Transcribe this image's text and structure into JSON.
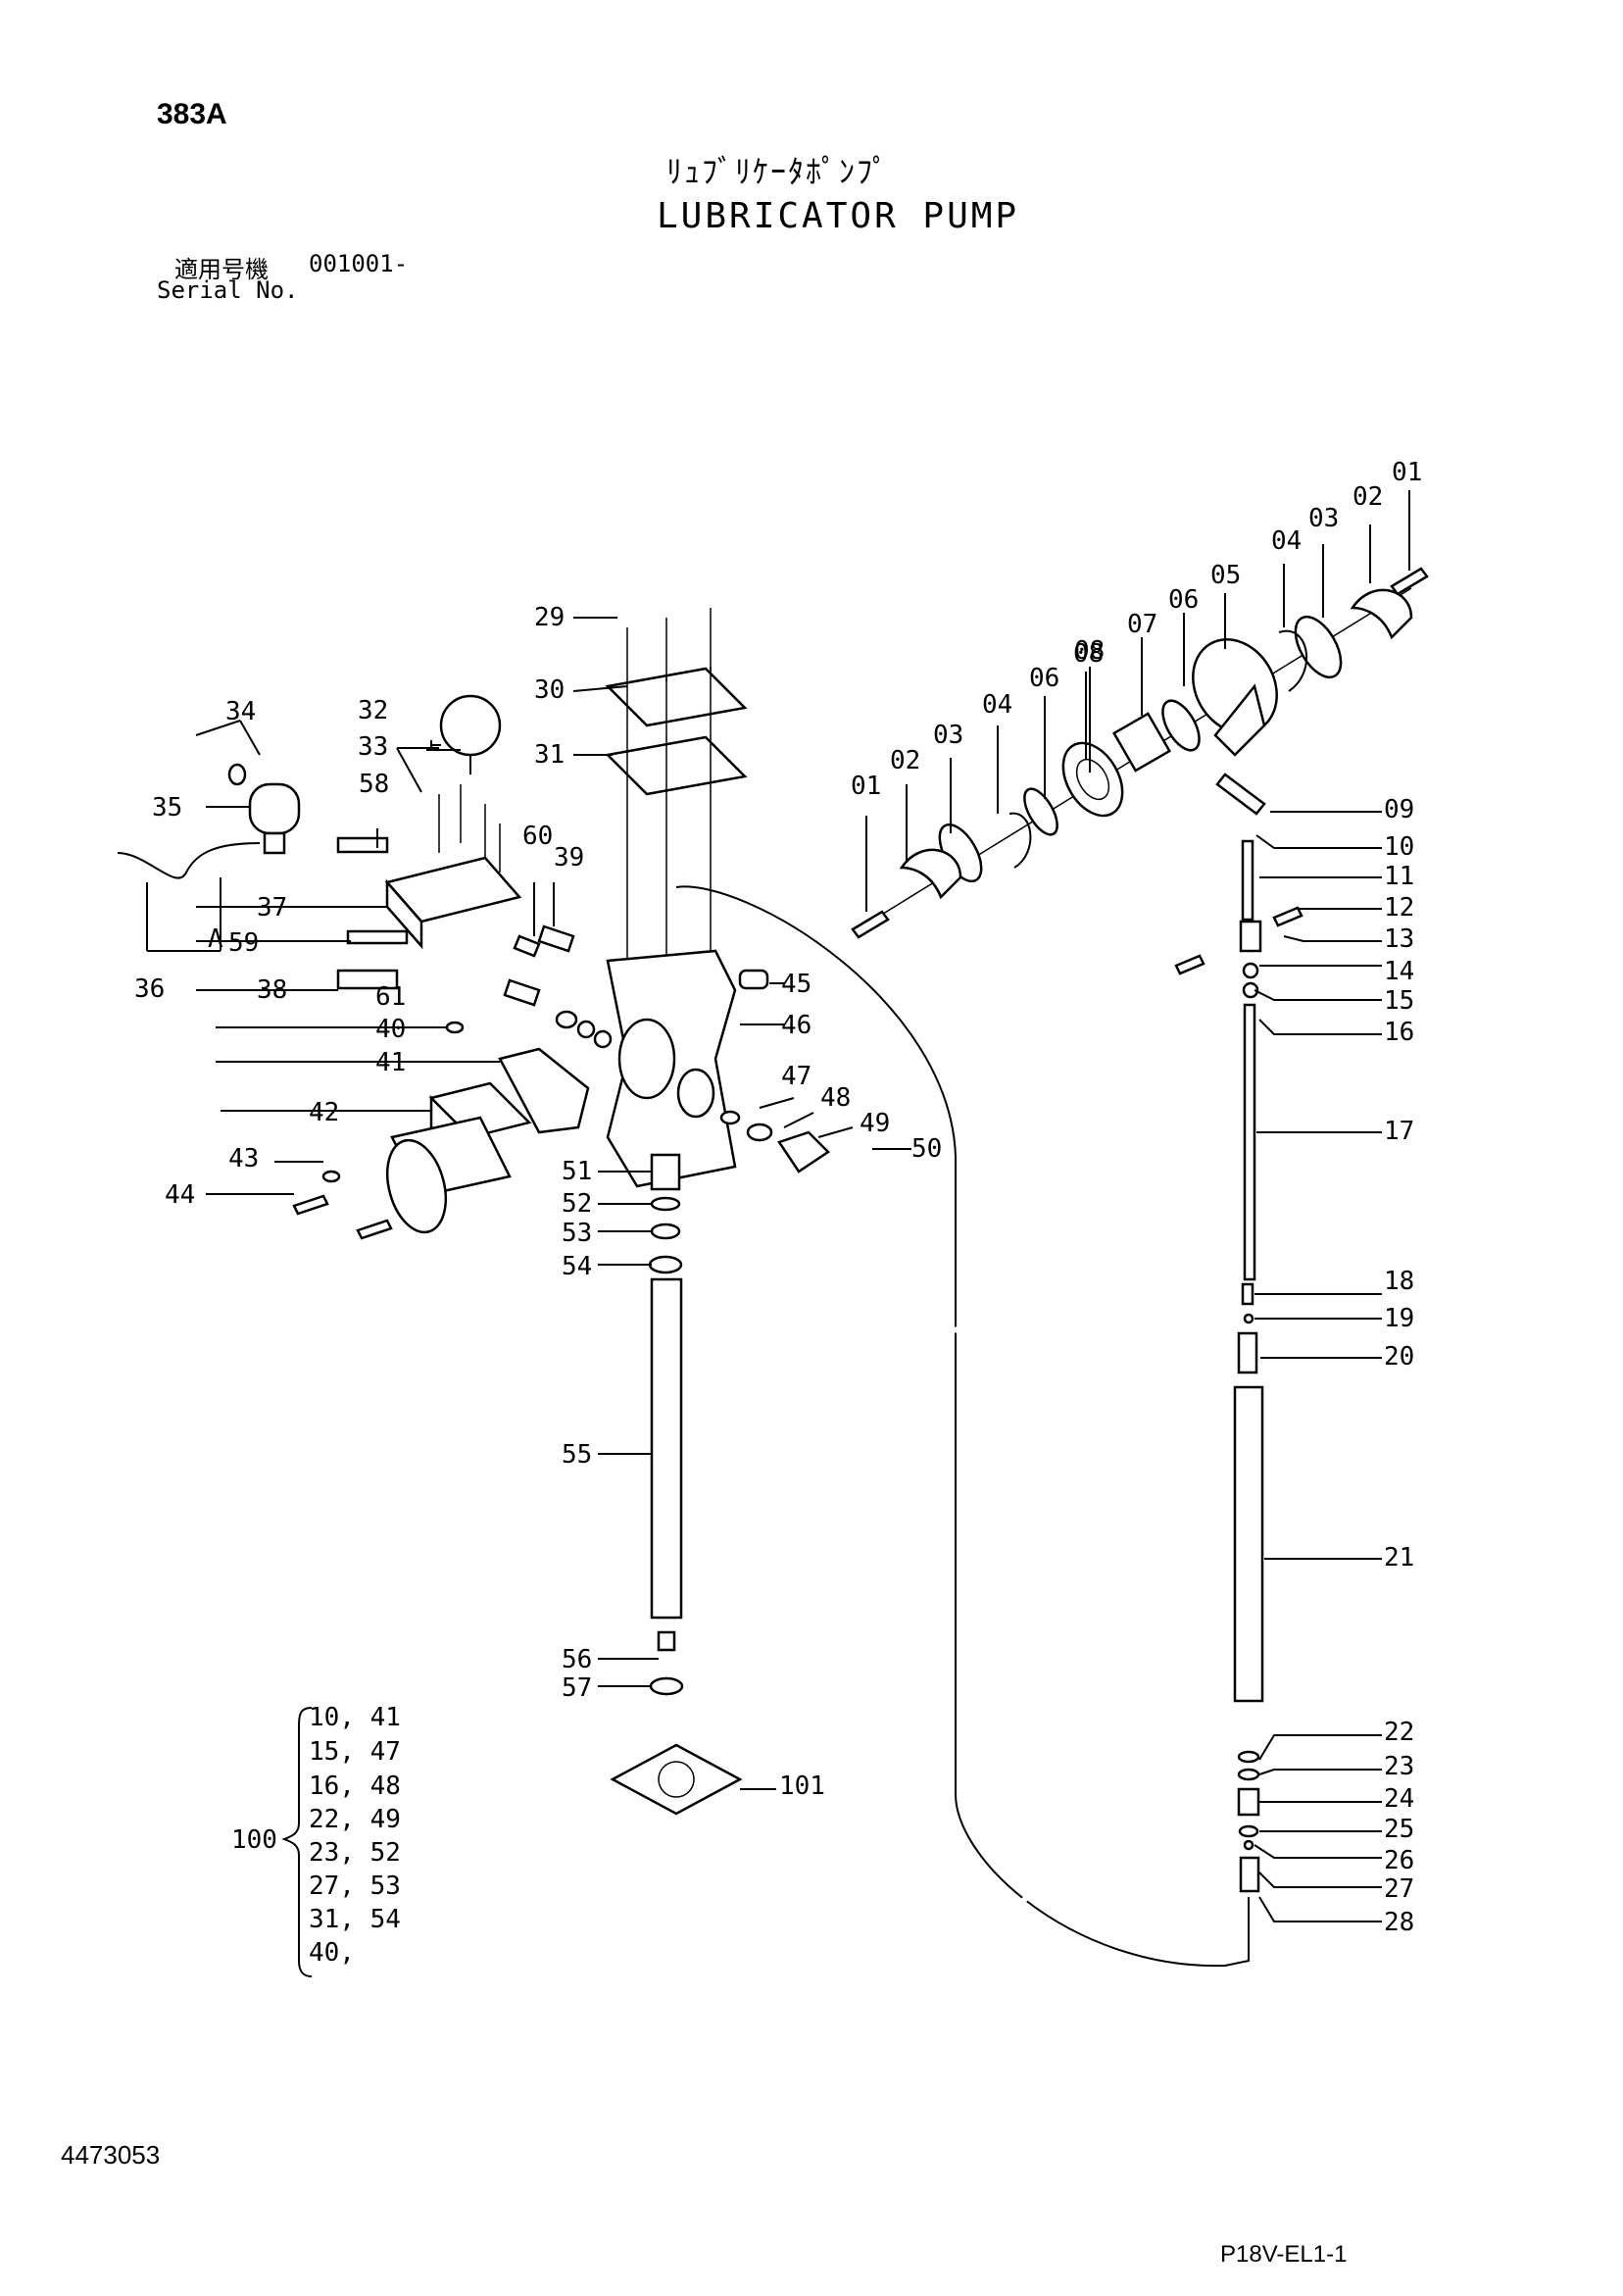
{
  "page_code": "383A",
  "title_jp": "ﾘｭﾌﾞﾘｹｰﾀﾎﾟﾝﾌﾟ",
  "title_en": "LUBRICATOR PUMP",
  "serial_label_jp": "適用号機",
  "serial_value": "001001-",
  "serial_label_en": "Serial No.",
  "drawing_number": "4473053",
  "page_ref": "P18V-EL1-1",
  "view_marker": "A",
  "kit": {
    "label": "100",
    "lines": [
      "10, 41",
      "15, 47",
      "16, 48",
      "22, 49",
      "23, 52",
      "27, 53",
      "31, 54",
      "40,"
    ]
  },
  "callouts": [
    "01",
    "02",
    "03",
    "04",
    "05",
    "06",
    "07",
    "08",
    "01",
    "02",
    "03",
    "04",
    "06",
    "08",
    "09",
    "10",
    "11",
    "12",
    "13",
    "14",
    "15",
    "16",
    "17",
    "18",
    "19",
    "20",
    "21",
    "22",
    "23",
    "24",
    "25",
    "26",
    "27",
    "28",
    "29",
    "30",
    "31",
    "32",
    "33",
    "34",
    "35",
    "36",
    "37",
    "38",
    "39",
    "40",
    "41",
    "42",
    "43",
    "44",
    "45",
    "46",
    "47",
    "48",
    "49",
    "50",
    "51",
    "52",
    "53",
    "54",
    "55",
    "56",
    "57",
    "58",
    "59",
    "60",
    "61",
    "101"
  ]
}
